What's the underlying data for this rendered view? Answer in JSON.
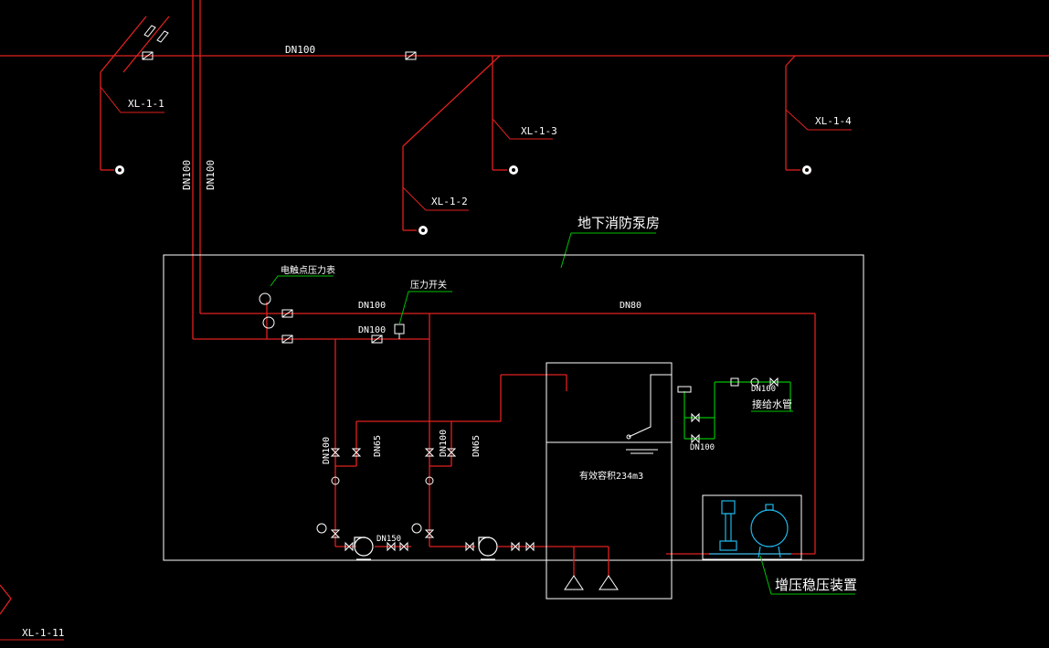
{
  "labels": {
    "main_pipe": "DN100",
    "riser_1": "XL-1-1",
    "riser_2": "XL-1-2",
    "riser_3": "XL-1-3",
    "riser_4": "XL-1-4",
    "riser_11": "XL-1-11",
    "vert_pipe_a": "DN100",
    "vert_pipe_b": "DN100",
    "pump_room": "地下消防泵房",
    "pressure_gauge": "电触点压力表",
    "pressure_switch": "压力开关",
    "pipe_upper": "DN100",
    "pipe_lower": "DN100",
    "pipe_right": "DN80",
    "left_suction": "DN100",
    "left_branch": "DN65",
    "right_suction": "DN100",
    "right_branch": "DN65",
    "pump_outlet": "DN150",
    "tank": "有效容积234m3",
    "makeup_pipe": "接给水管",
    "makeup_size": "DN100",
    "overflow_size": "DN100",
    "booster": "增压稳压装置"
  },
  "colors": {
    "pipe": "#e02020",
    "outline": "#ffffff",
    "leader": "#00c000",
    "equipment": "#1fb6e8",
    "text": "#ffffff"
  }
}
